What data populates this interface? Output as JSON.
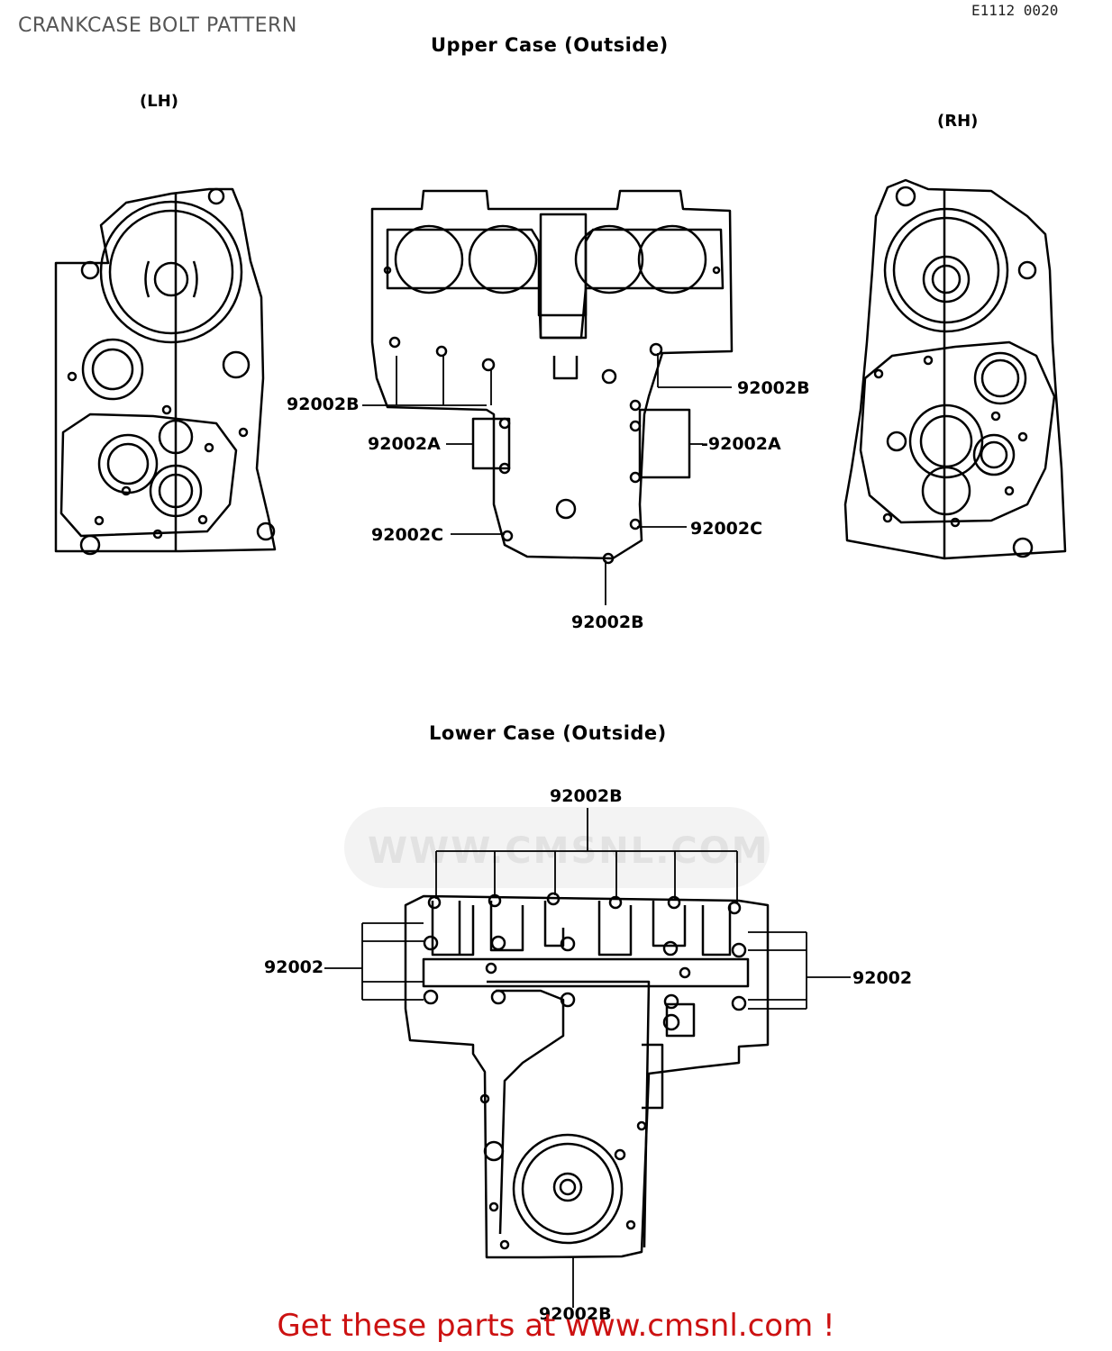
{
  "page": {
    "title": "CRANKCASE BOLT PATTERN",
    "ref_code": "E1112 0020"
  },
  "upper": {
    "heading": "Upper Case (Outside)",
    "lh": "(LH)",
    "rh": "(RH)",
    "callouts": {
      "b_left": "92002B",
      "b_right": "92002B",
      "a_left": "92002A",
      "a_right": "-92002A",
      "c_left": "92002C",
      "c_right": "92002C",
      "b_bottom": "92002B"
    }
  },
  "lower": {
    "heading": "Lower Case (Outside)",
    "callouts": {
      "b_top": "92002B",
      "left": "92002",
      "right": "92002",
      "bottom": "92002B"
    }
  },
  "watermark": {
    "text": "WWW.CMSNL.COM",
    "brand": "CMS"
  },
  "footer": {
    "text": "Get these parts at www.cmsnl.com !"
  }
}
